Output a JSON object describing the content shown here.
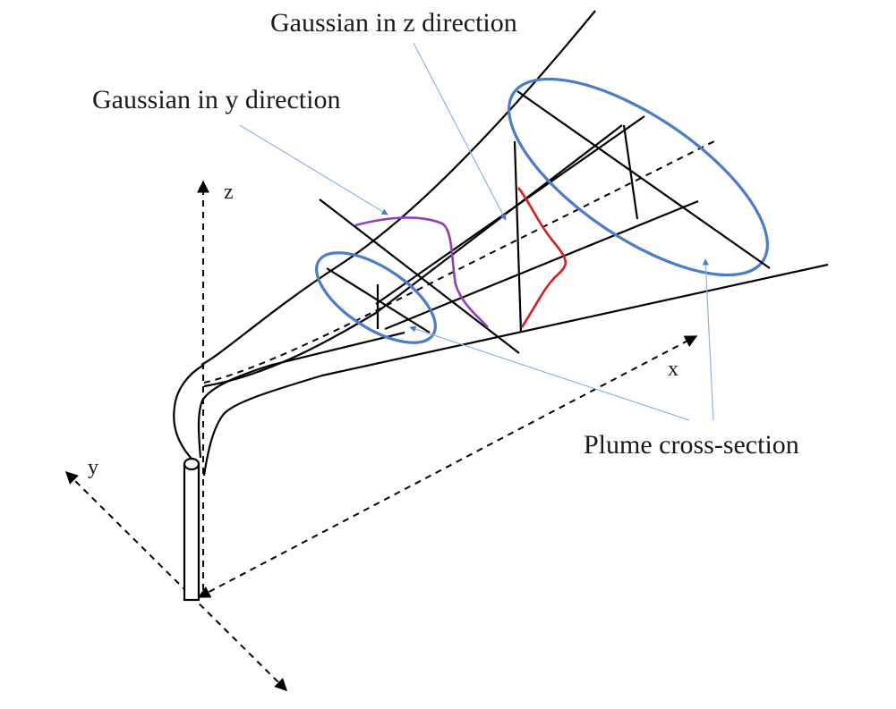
{
  "labels": {
    "gaussian_z": "Gaussian in z direction",
    "gaussian_y": "Gaussian in y direction",
    "plume_cross_section": "Plume cross-section",
    "axis_z": "z",
    "axis_y": "y",
    "axis_x": "x"
  },
  "colors": {
    "outline": "#000000",
    "cross_section": "#4a7cc9",
    "leader_lines": "#8fb2e3",
    "gaussian_y_curve": "#8e3fb8",
    "gaussian_z_curve": "#d42020"
  }
}
